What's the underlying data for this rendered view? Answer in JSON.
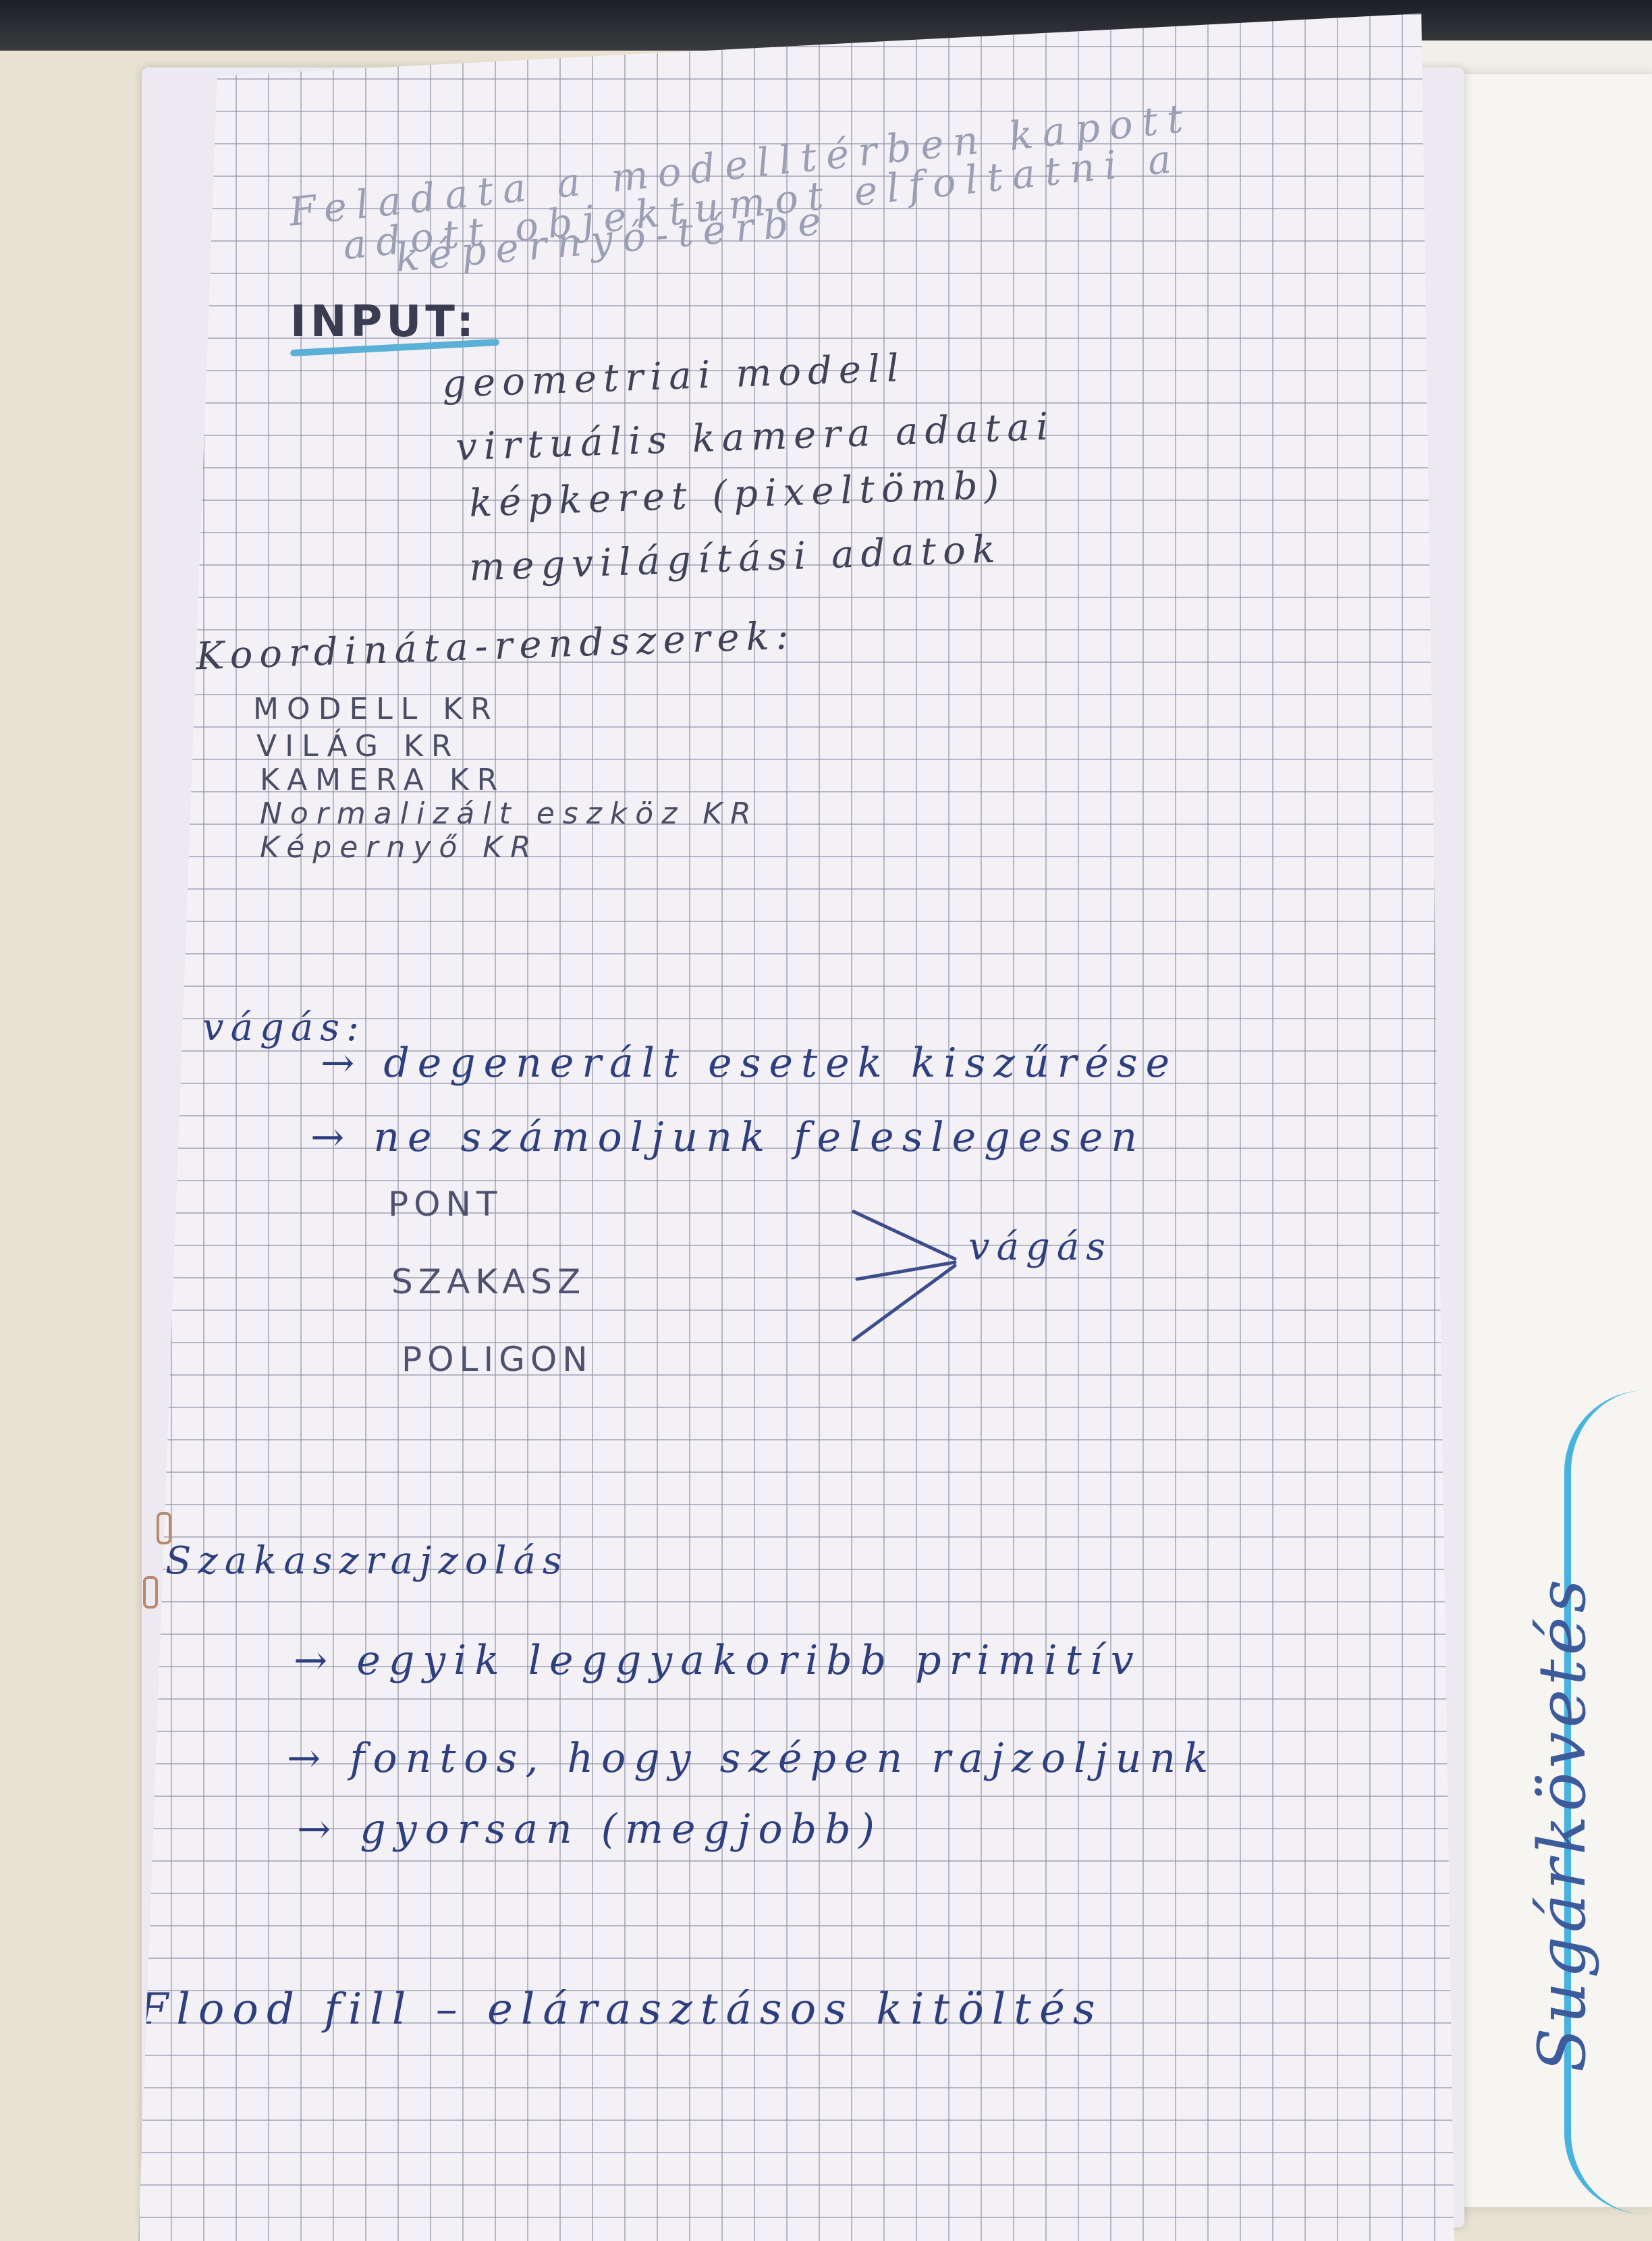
{
  "notes": {
    "header_lines": [
      "Feladata a modelltérben kapott",
      "adott objektumot elfoltatni a",
      "képernyő-térbe"
    ],
    "input": {
      "heading": "INPUT:",
      "items": [
        "geometriai modell",
        "virtuális kamera adatai",
        "képkeret (pixeltömb)",
        "megvilágítási adatok"
      ]
    },
    "coordinate_systems": {
      "heading": "Koordináta-rendszerek:",
      "items": [
        "MODELL KR",
        "VILÁG KR",
        "KAMERA KR",
        "Normalizált eszköz KR",
        "Képernyő KR"
      ]
    },
    "clipping": {
      "heading": "vágás:",
      "items": [
        "→ degenerált esetek kiszűrése",
        "→ ne számoljunk feleslegesen"
      ],
      "primitives": [
        "PONT",
        "SZAKASZ",
        "POLIGON"
      ],
      "target": "vágás"
    },
    "line_drawing": {
      "heading": "Szakaszrajzolás",
      "items": [
        "→ egyik leggyakoribb primitív",
        "→ fontos, hogy szépen rajzoljunk",
        "→ gyorsan (megjobb)"
      ]
    },
    "flood_fill": "Flood fill – elárasztásos kitöltés",
    "side_note": "Sugárkövetés"
  }
}
